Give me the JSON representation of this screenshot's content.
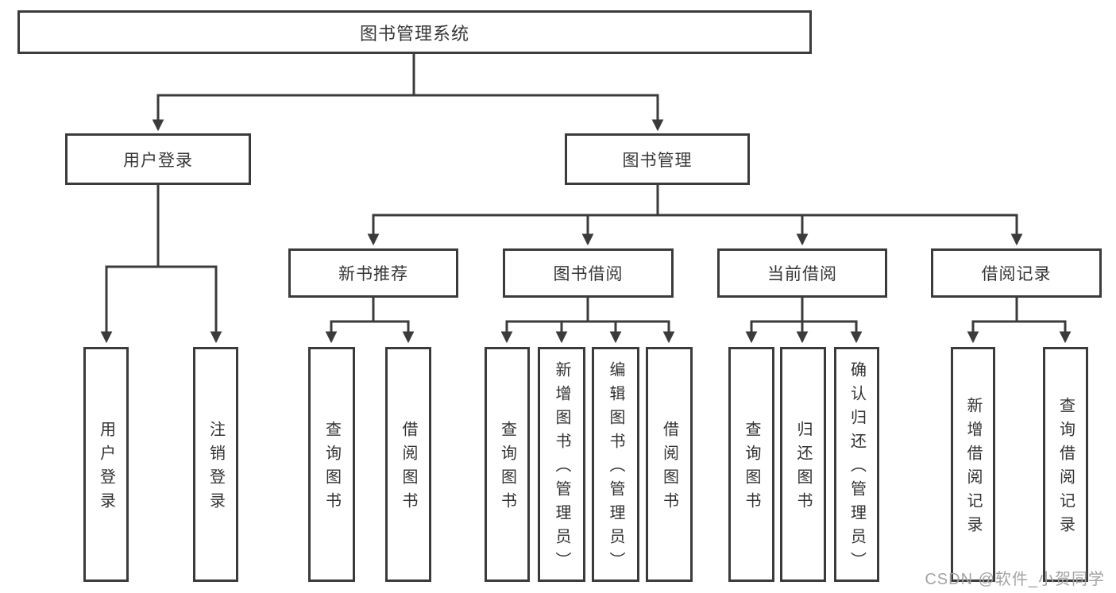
{
  "diagram": {
    "root": {
      "label": "图书管理系统"
    },
    "branches": [
      {
        "label": "用户登录",
        "children": [
          "用户登录",
          "注销登录"
        ]
      },
      {
        "label": "图书管理"
      }
    ],
    "modules": [
      {
        "label": "新书推荐",
        "children": [
          "查询图书",
          "借阅图书"
        ]
      },
      {
        "label": "图书借阅",
        "children": [
          "查询图书",
          "新增图书（管理员）",
          "编辑图书（管理员）",
          "借阅图书"
        ]
      },
      {
        "label": "当前借阅",
        "children": [
          "查询图书",
          "归还图书",
          "确认归还（管理员）"
        ]
      },
      {
        "label": "借阅记录",
        "children": [
          "新增借阅记录",
          "查询借阅记录"
        ]
      }
    ],
    "colors": {
      "line": "#3b3b3b",
      "box_border": "#3b3b3b",
      "text": "#363636",
      "background": "#ffffff"
    }
  },
  "watermark": {
    "text": "CSDN @软件_小贺同学",
    "color": "#a3a3a3"
  }
}
